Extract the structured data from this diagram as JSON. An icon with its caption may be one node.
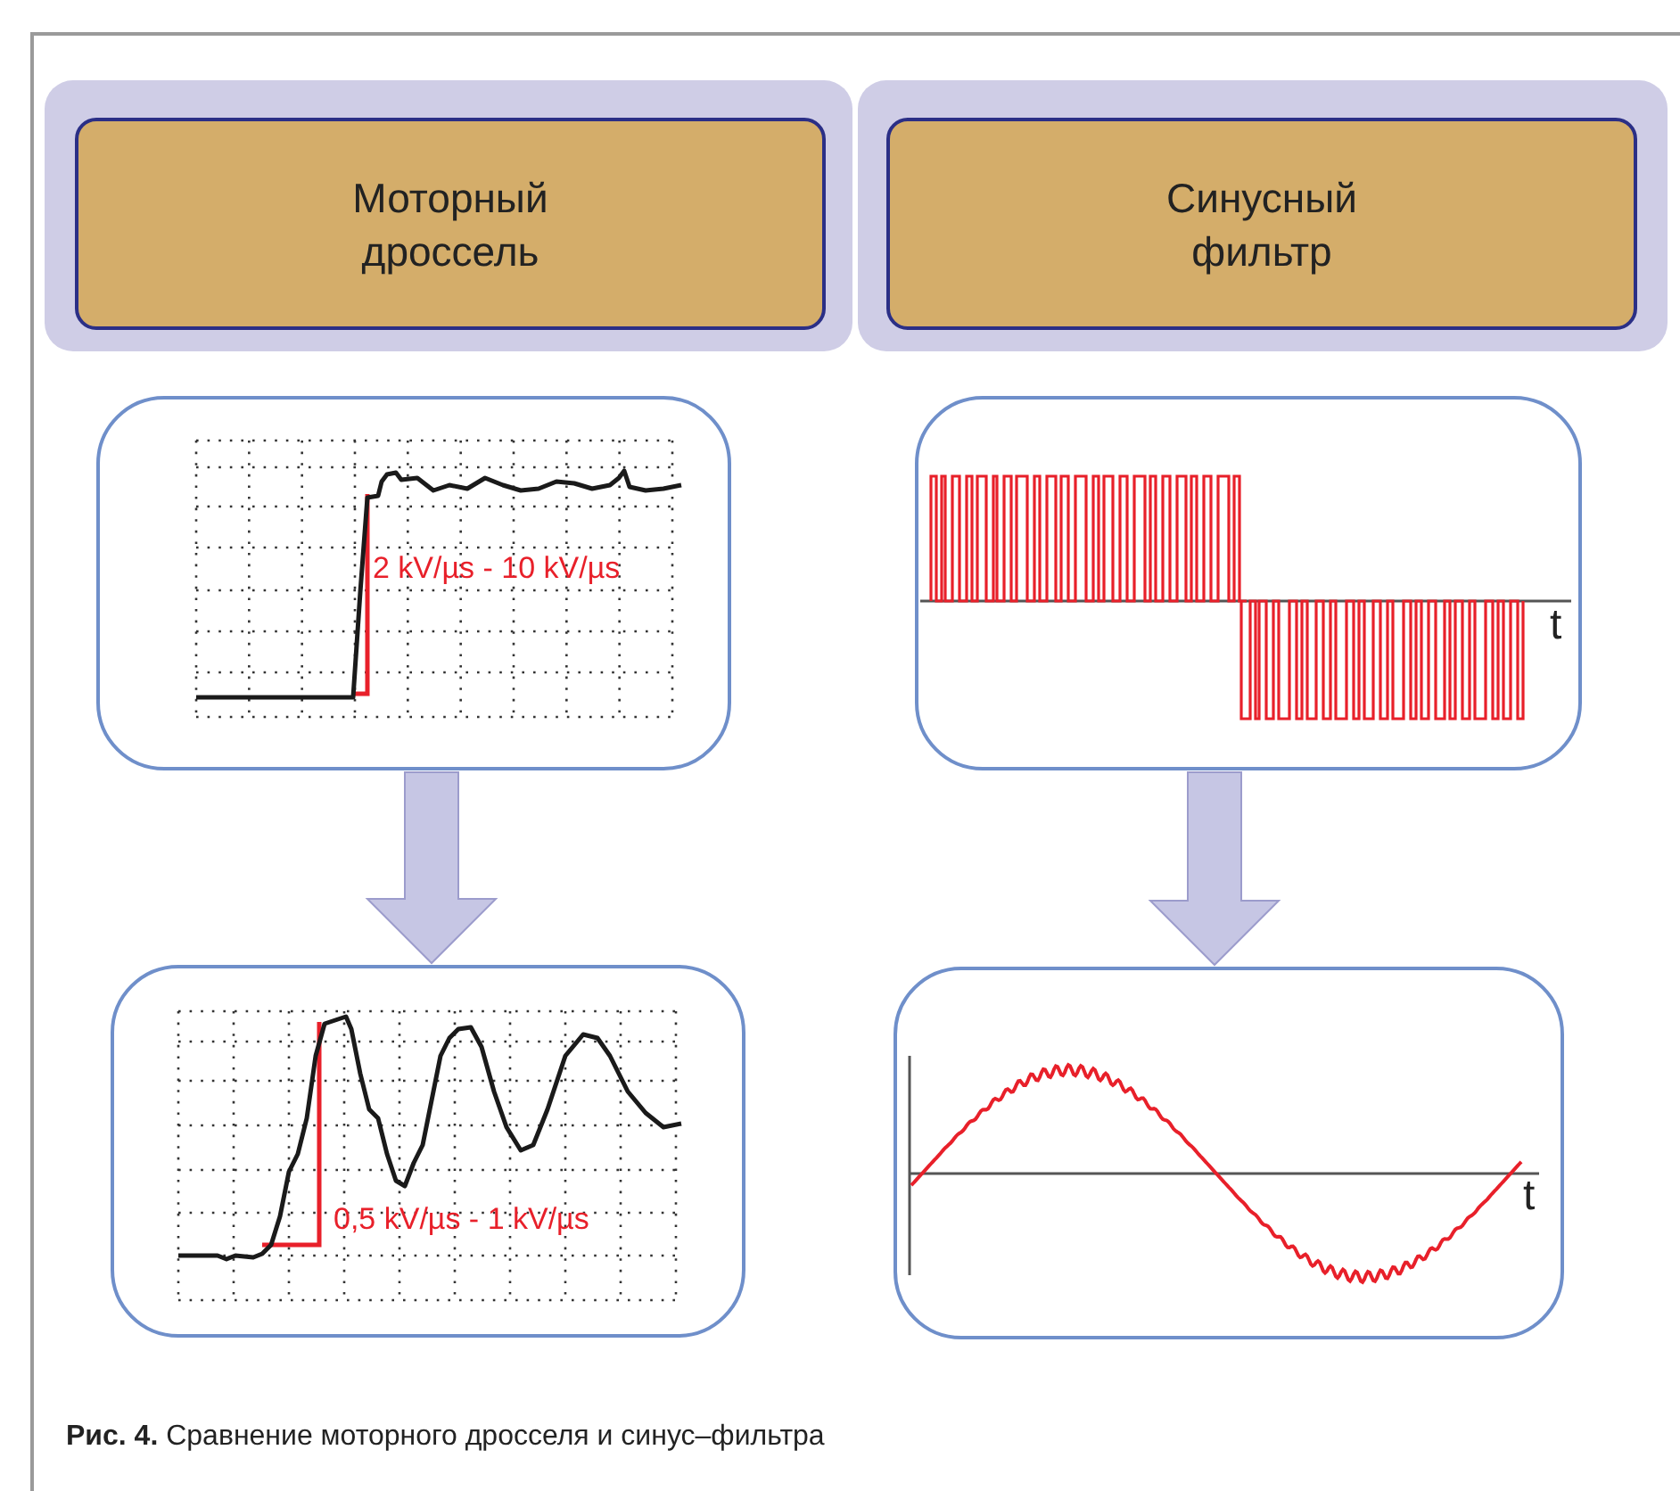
{
  "diagram": {
    "nodes": [
      {
        "text": [],
        "shape": "box"
      },
      {
        "text": [
          "Моторный дроссель"
        ],
        "in": 0
      },
      {
        "text": [],
        "shape": "box"
      },
      {
        "text": [
          "Синусный фильтр"
        ],
        "in": 2
      },
      {
        "text": [
          "2 kV/µs - 10 kV/µs"
        ]
      },
      {
        "text": [
          "0,5 kV/µs - 1 kV/µs"
        ]
      },
      {
        "text": [
          "t"
        ]
      },
      {
        "text": [
          "t"
        ]
      }
    ],
    "edges": [
      {
        "from": 4,
        "to": 5,
        "arrow": "to",
        "style": "thick"
      },
      {
        "from": 6,
        "to": 7,
        "arrow": "to",
        "style": "thick"
      }
    ],
    "caption": "**Рис. 4.** Сравнение моторного дросселя и синус–фильтра"
  }
}
